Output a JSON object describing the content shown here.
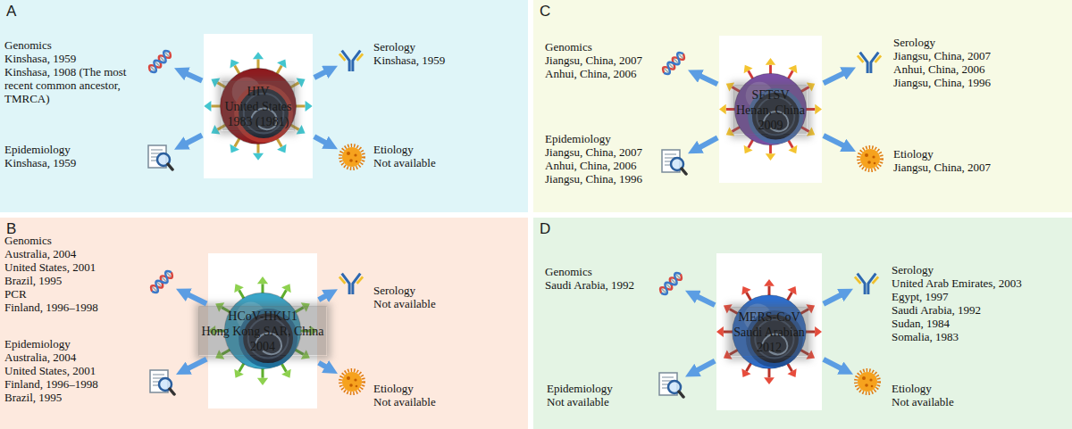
{
  "diagram": {
    "nodes": [
      {
        "text": [
          "A"
        ]
      },
      {
        "text": [
          "HIV",
          "United States",
          "1983 (1981)"
        ],
        "in": 0
      },
      {
        "text": [
          "Genomics",
          "Kinshasa, 1959",
          "Kinshasa, 1908 (The most recent common ancestor, TMRCA)"
        ],
        "in": 0
      },
      {
        "text": [
          "Serology",
          "Kinshasa, 1959"
        ],
        "in": 0
      },
      {
        "text": [
          "Epidemiology",
          "Kinshasa, 1959"
        ],
        "in": 0
      },
      {
        "text": [
          "Etiology",
          "Not available"
        ],
        "in": 0
      },
      {
        "text": [
          "B"
        ]
      },
      {
        "text": [
          "HCoV-HKU1",
          "Hong Kong SAR, China",
          "2004"
        ],
        "in": 6
      },
      {
        "text": [
          "Genomics",
          "Australia, 2004",
          "United States, 2001",
          "Brazil, 1995",
          "PCR",
          "Finland, 1996–1998"
        ],
        "in": 6
      },
      {
        "text": [
          "Serology",
          "Not available"
        ],
        "in": 6
      },
      {
        "text": [
          "Epidemiology",
          "Australia, 2004",
          "United States, 2001",
          "Finland, 1996–1998",
          "Brazil, 1995"
        ],
        "in": 6
      },
      {
        "text": [
          "Etiology",
          "Not available"
        ],
        "in": 6
      },
      {
        "text": [
          "C"
        ]
      },
      {
        "text": [
          "SFTSV",
          "Henan, China",
          "2009"
        ],
        "in": 12
      },
      {
        "text": [
          "Genomics",
          "Jiangsu, China, 2007",
          "Anhui, China, 2006"
        ],
        "in": 12
      },
      {
        "text": [
          "Serology",
          "Jiangsu, China, 2007",
          "Anhui, China, 2006",
          "Jiangsu, China, 1996"
        ],
        "in": 12
      },
      {
        "text": [
          "Epidemiology",
          "Jiangsu, China, 2007",
          "Anhui, China, 2006",
          "Jiangsu, China, 1996"
        ],
        "in": 12
      },
      {
        "text": [
          "Etiology",
          "Jiangsu, China, 2007"
        ],
        "in": 12
      },
      {
        "text": [
          "D"
        ]
      },
      {
        "text": [
          "MERS-CoV",
          "Saudi Arabian",
          "2012"
        ],
        "in": 18
      },
      {
        "text": [
          "Genomics",
          "Saudi Arabia, 1992"
        ],
        "in": 18
      },
      {
        "text": [
          "Serology",
          "United Arab Emirates, 2003",
          "Egypt, 1997",
          "Saudi Arabia, 1992",
          "Sudan, 1984",
          "Somalia, 1983"
        ],
        "in": 18
      },
      {
        "text": [
          "Epidemiology",
          "Not available"
        ],
        "in": 18
      },
      {
        "text": [
          "Etiology",
          "Not available"
        ],
        "in": 18
      }
    ],
    "edges": [
      {
        "from": 1,
        "to": 2,
        "arrow": "to"
      },
      {
        "from": 1,
        "to": 3,
        "arrow": "to"
      },
      {
        "from": 1,
        "to": 4,
        "arrow": "to"
      },
      {
        "from": 1,
        "to": 5,
        "arrow": "to"
      },
      {
        "from": 7,
        "to": 8,
        "arrow": "to"
      },
      {
        "from": 7,
        "to": 9,
        "arrow": "to"
      },
      {
        "from": 7,
        "to": 10,
        "arrow": "to"
      },
      {
        "from": 7,
        "to": 11,
        "arrow": "to"
      },
      {
        "from": 13,
        "to": 14,
        "arrow": "to"
      },
      {
        "from": 13,
        "to": 15,
        "arrow": "to"
      },
      {
        "from": 13,
        "to": 16,
        "arrow": "to"
      },
      {
        "from": 13,
        "to": 17,
        "arrow": "to"
      },
      {
        "from": 19,
        "to": 20,
        "arrow": "to"
      },
      {
        "from": 19,
        "to": 21,
        "arrow": "to"
      },
      {
        "from": 19,
        "to": 22,
        "arrow": "to"
      },
      {
        "from": 19,
        "to": 23,
        "arrow": "to"
      }
    ]
  }
}
